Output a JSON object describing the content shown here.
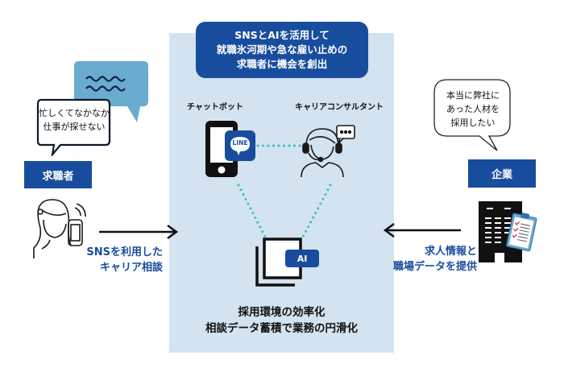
{
  "headline": {
    "lines": [
      "SNSとAIを活用して",
      "就職氷河期や急な雇い止めの",
      "求職者に機会を創出"
    ]
  },
  "job_seeker": {
    "label": "求職者",
    "bubble_lines": [
      "忙しくてなかなか",
      "仕事が探せない"
    ],
    "arrow_text": [
      "SNSを利用した",
      "キャリア相談"
    ]
  },
  "company": {
    "label": "企業",
    "bubble_lines": [
      "本当に弊社に",
      "あった人材を",
      "採用したい"
    ],
    "arrow_text": [
      "求人情報と",
      "職場データを提供"
    ]
  },
  "center": {
    "chatbot_label": "チャットボット",
    "consultant_label": "キャリアコンサルタント",
    "line_badge": "LINE",
    "ai_badge": "AI",
    "bottom_lines": [
      "採用環境の効率化",
      "相談データ蓄積で業務の円滑化"
    ]
  },
  "colors": {
    "brand_blue": "#184d9e",
    "panel_bg": "#d3e3ef",
    "dotted_line": "#3bbfc4",
    "chat_bubble_blue": "#6aabd0"
  }
}
